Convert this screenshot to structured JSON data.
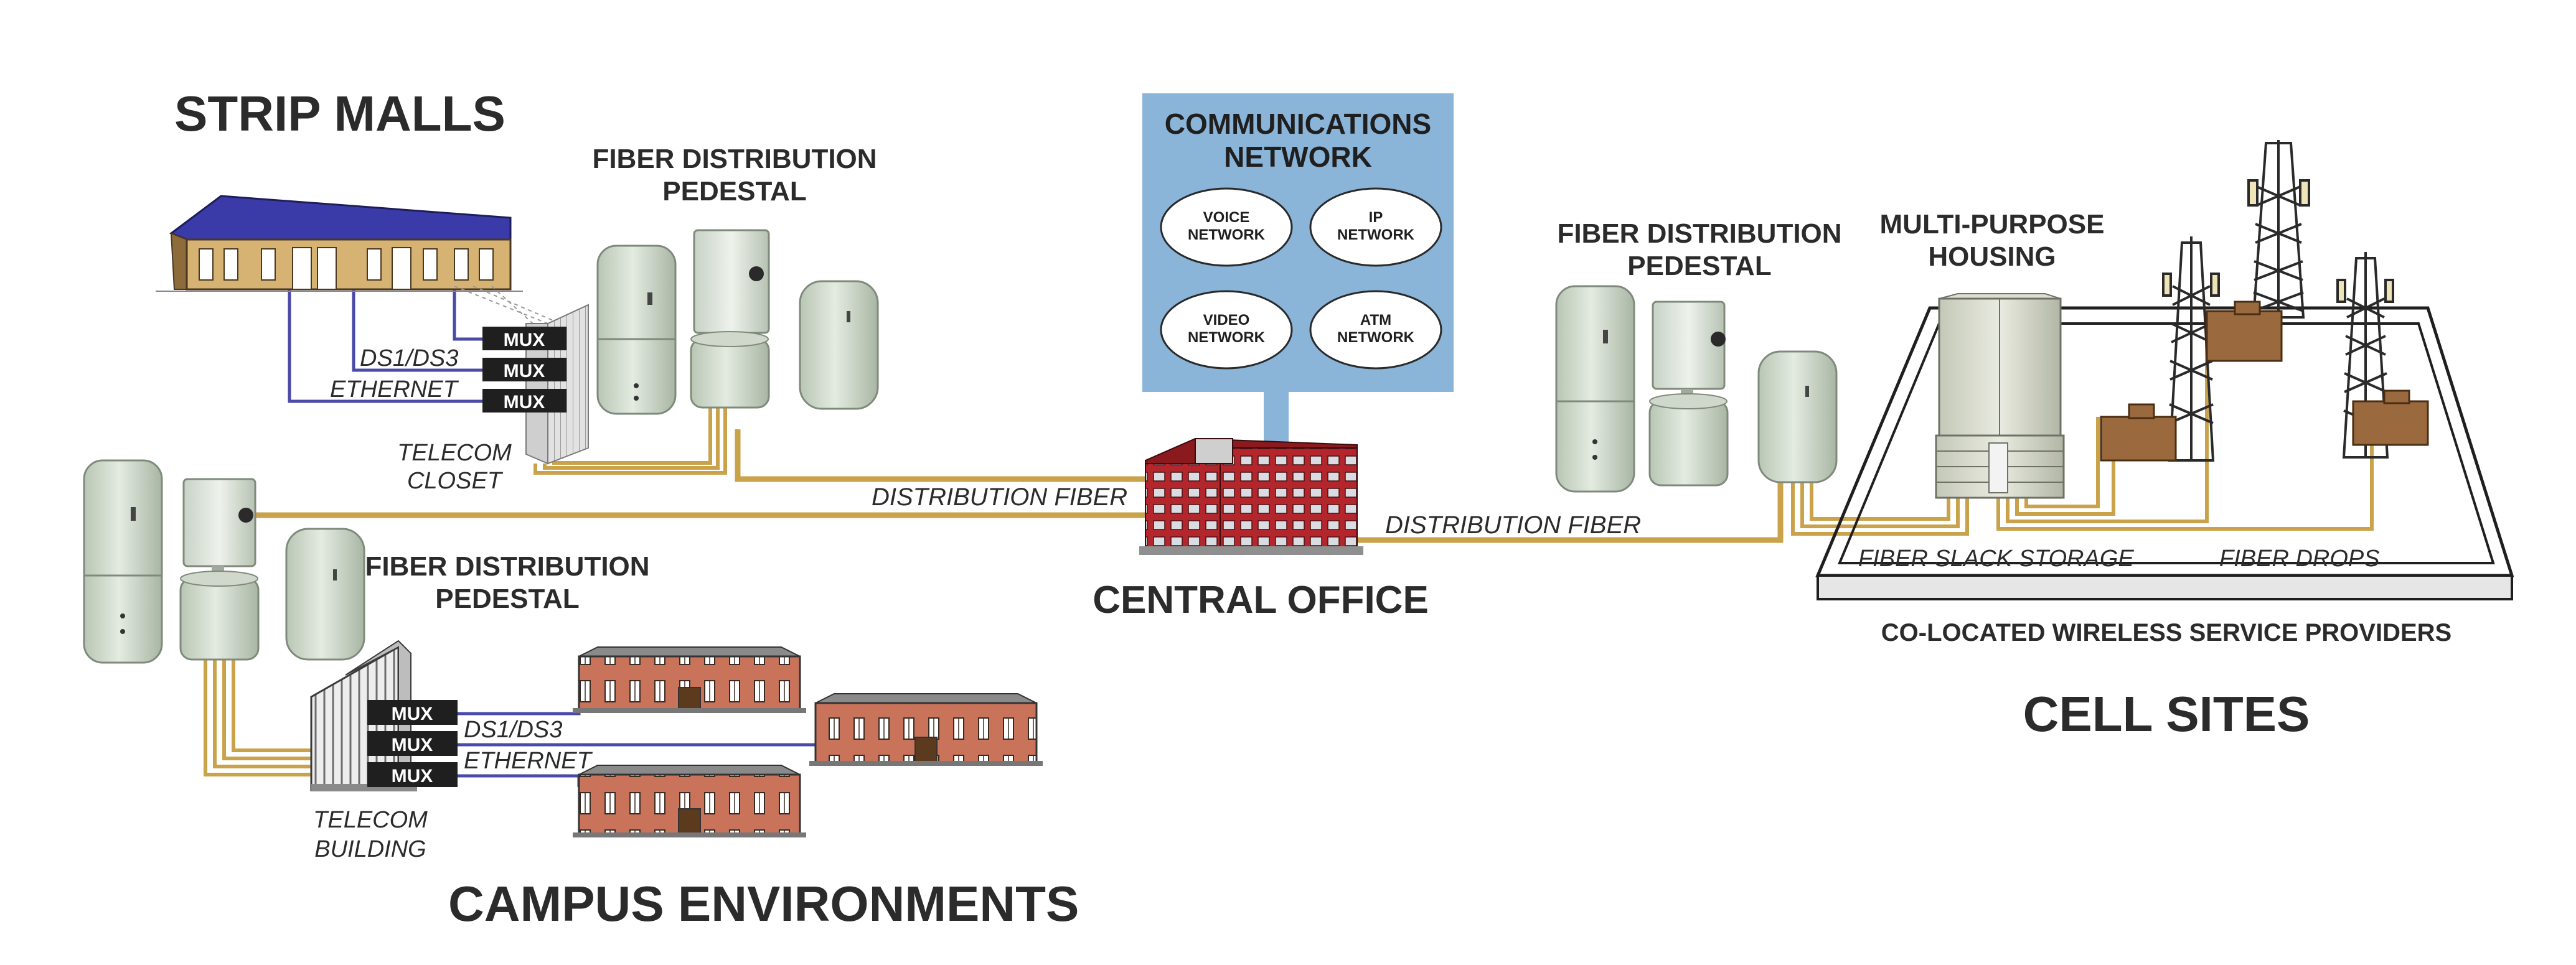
{
  "regions": {
    "strip_malls": "STRIP MALLS",
    "campus_environments": "CAMPUS ENVIRONMENTS",
    "central_office": "CENTRAL OFFICE",
    "cell_sites": "CELL SITES"
  },
  "network_panel": {
    "title_line1": "COMMUNICATIONS",
    "title_line2": "NETWORK",
    "clouds": [
      {
        "line1": "VOICE",
        "line2": "NETWORK"
      },
      {
        "line1": "IP",
        "line2": "NETWORK"
      },
      {
        "line1": "VIDEO",
        "line2": "NETWORK"
      },
      {
        "line1": "ATM",
        "line2": "NETWORK"
      }
    ]
  },
  "pedestals": {
    "top": {
      "line1": "FIBER DISTRIBUTION",
      "line2": "PEDESTAL"
    },
    "left": {
      "line1": "FIBER DISTRIBUTION",
      "line2": "PEDESTAL"
    },
    "right": {
      "line1": "FIBER DISTRIBUTION",
      "line2": "PEDESTAL"
    }
  },
  "multi_purpose_housing": {
    "line1": "MULTI-PURPOSE",
    "line2": "HOUSING"
  },
  "links": {
    "distribution_fiber_left": "DISTRIBUTION FIBER",
    "distribution_fiber_right": "DISTRIBUTION FIBER",
    "fiber_slack_storage": "FIBER SLACK STORAGE",
    "fiber_drops": "FIBER DROPS",
    "co_located": "CO-LOCATED WIRELESS SERVICE PROVIDERS"
  },
  "strip_mall_detail": {
    "ds": "DS1/DS3",
    "ethernet": "ETHERNET",
    "closet_line1": "TELECOM",
    "closet_line2": "CLOSET",
    "mux": [
      "MUX",
      "MUX",
      "MUX"
    ]
  },
  "campus_detail": {
    "ds": "DS1/DS3",
    "ethernet": "ETHERNET",
    "building_line1": "TELECOM",
    "building_line2": "BUILDING",
    "mux": [
      "MUX",
      "MUX",
      "MUX"
    ]
  },
  "colors": {
    "fiber": "#c9a24a",
    "copper_link": "#4a4aa8",
    "panel": "#8ab4d8",
    "cabinet": "#d6e0d2",
    "brick": "#c9735a",
    "central_office_red": "#b3262c"
  }
}
